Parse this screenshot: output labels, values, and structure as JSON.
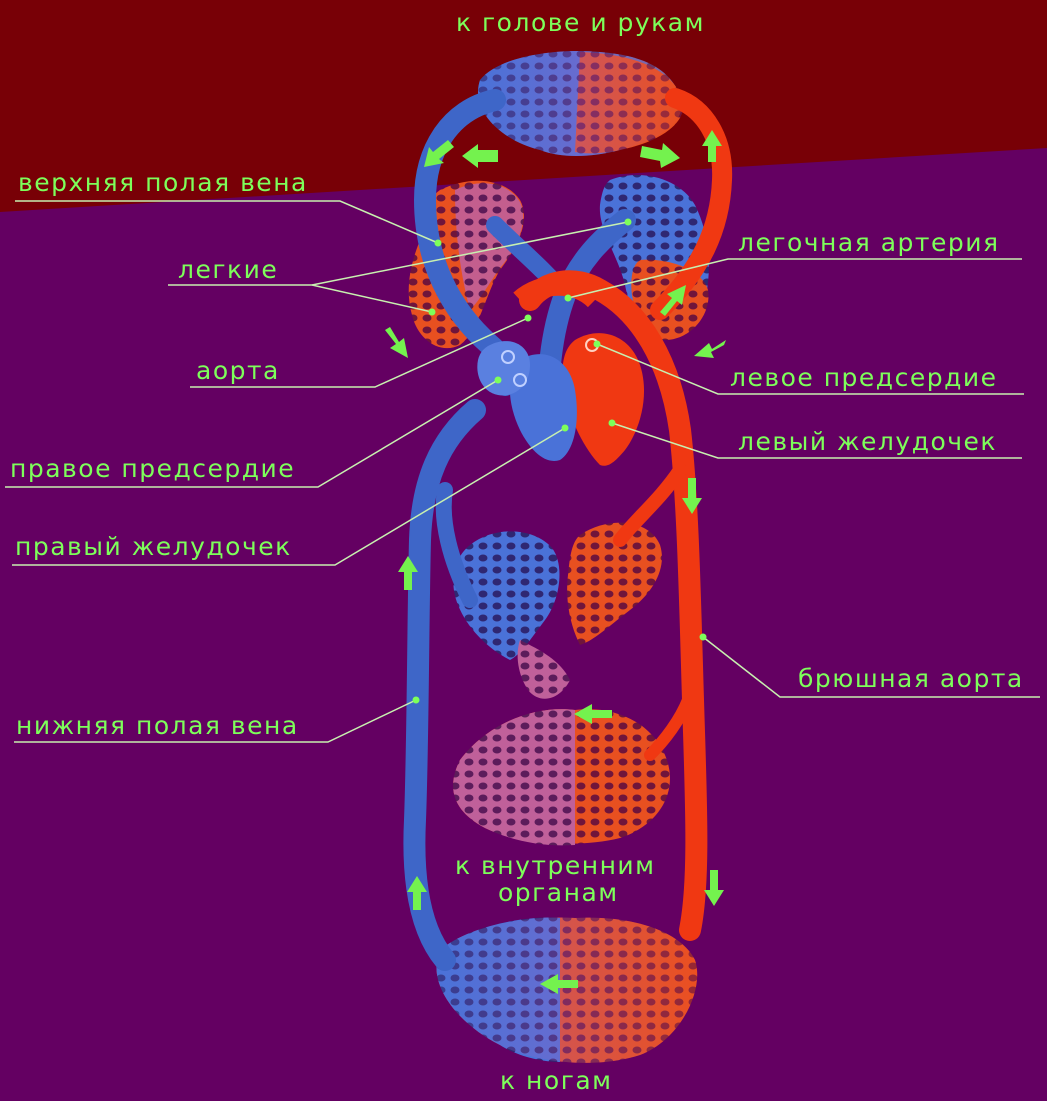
{
  "labels": {
    "head_arms": "к голове и рукам",
    "superior_vena_cava": "верхняя полая вена",
    "lungs": "легкие",
    "pulmonary_artery": "легочная артерия",
    "aorta": "аорта",
    "left_atrium": "левое предсердие",
    "left_ventricle": "левый желудочек",
    "right_atrium": "правое предсердие",
    "right_ventricle": "правый желудочек",
    "abdominal_aorta": "брюшная аорта",
    "inferior_vena_cava": "нижняя полая вена",
    "internal_organs_line1": "к внутренним",
    "internal_organs_line2": "органам",
    "legs": "к ногам"
  },
  "colors": {
    "background": "#640062",
    "background_top": "#7a0008",
    "label_text": "#7dff5a",
    "arrow": "#74f24e",
    "artery_red": "#f03a12",
    "vein_blue": "#4a6fd0",
    "leader_line": "#c8f0b0"
  }
}
